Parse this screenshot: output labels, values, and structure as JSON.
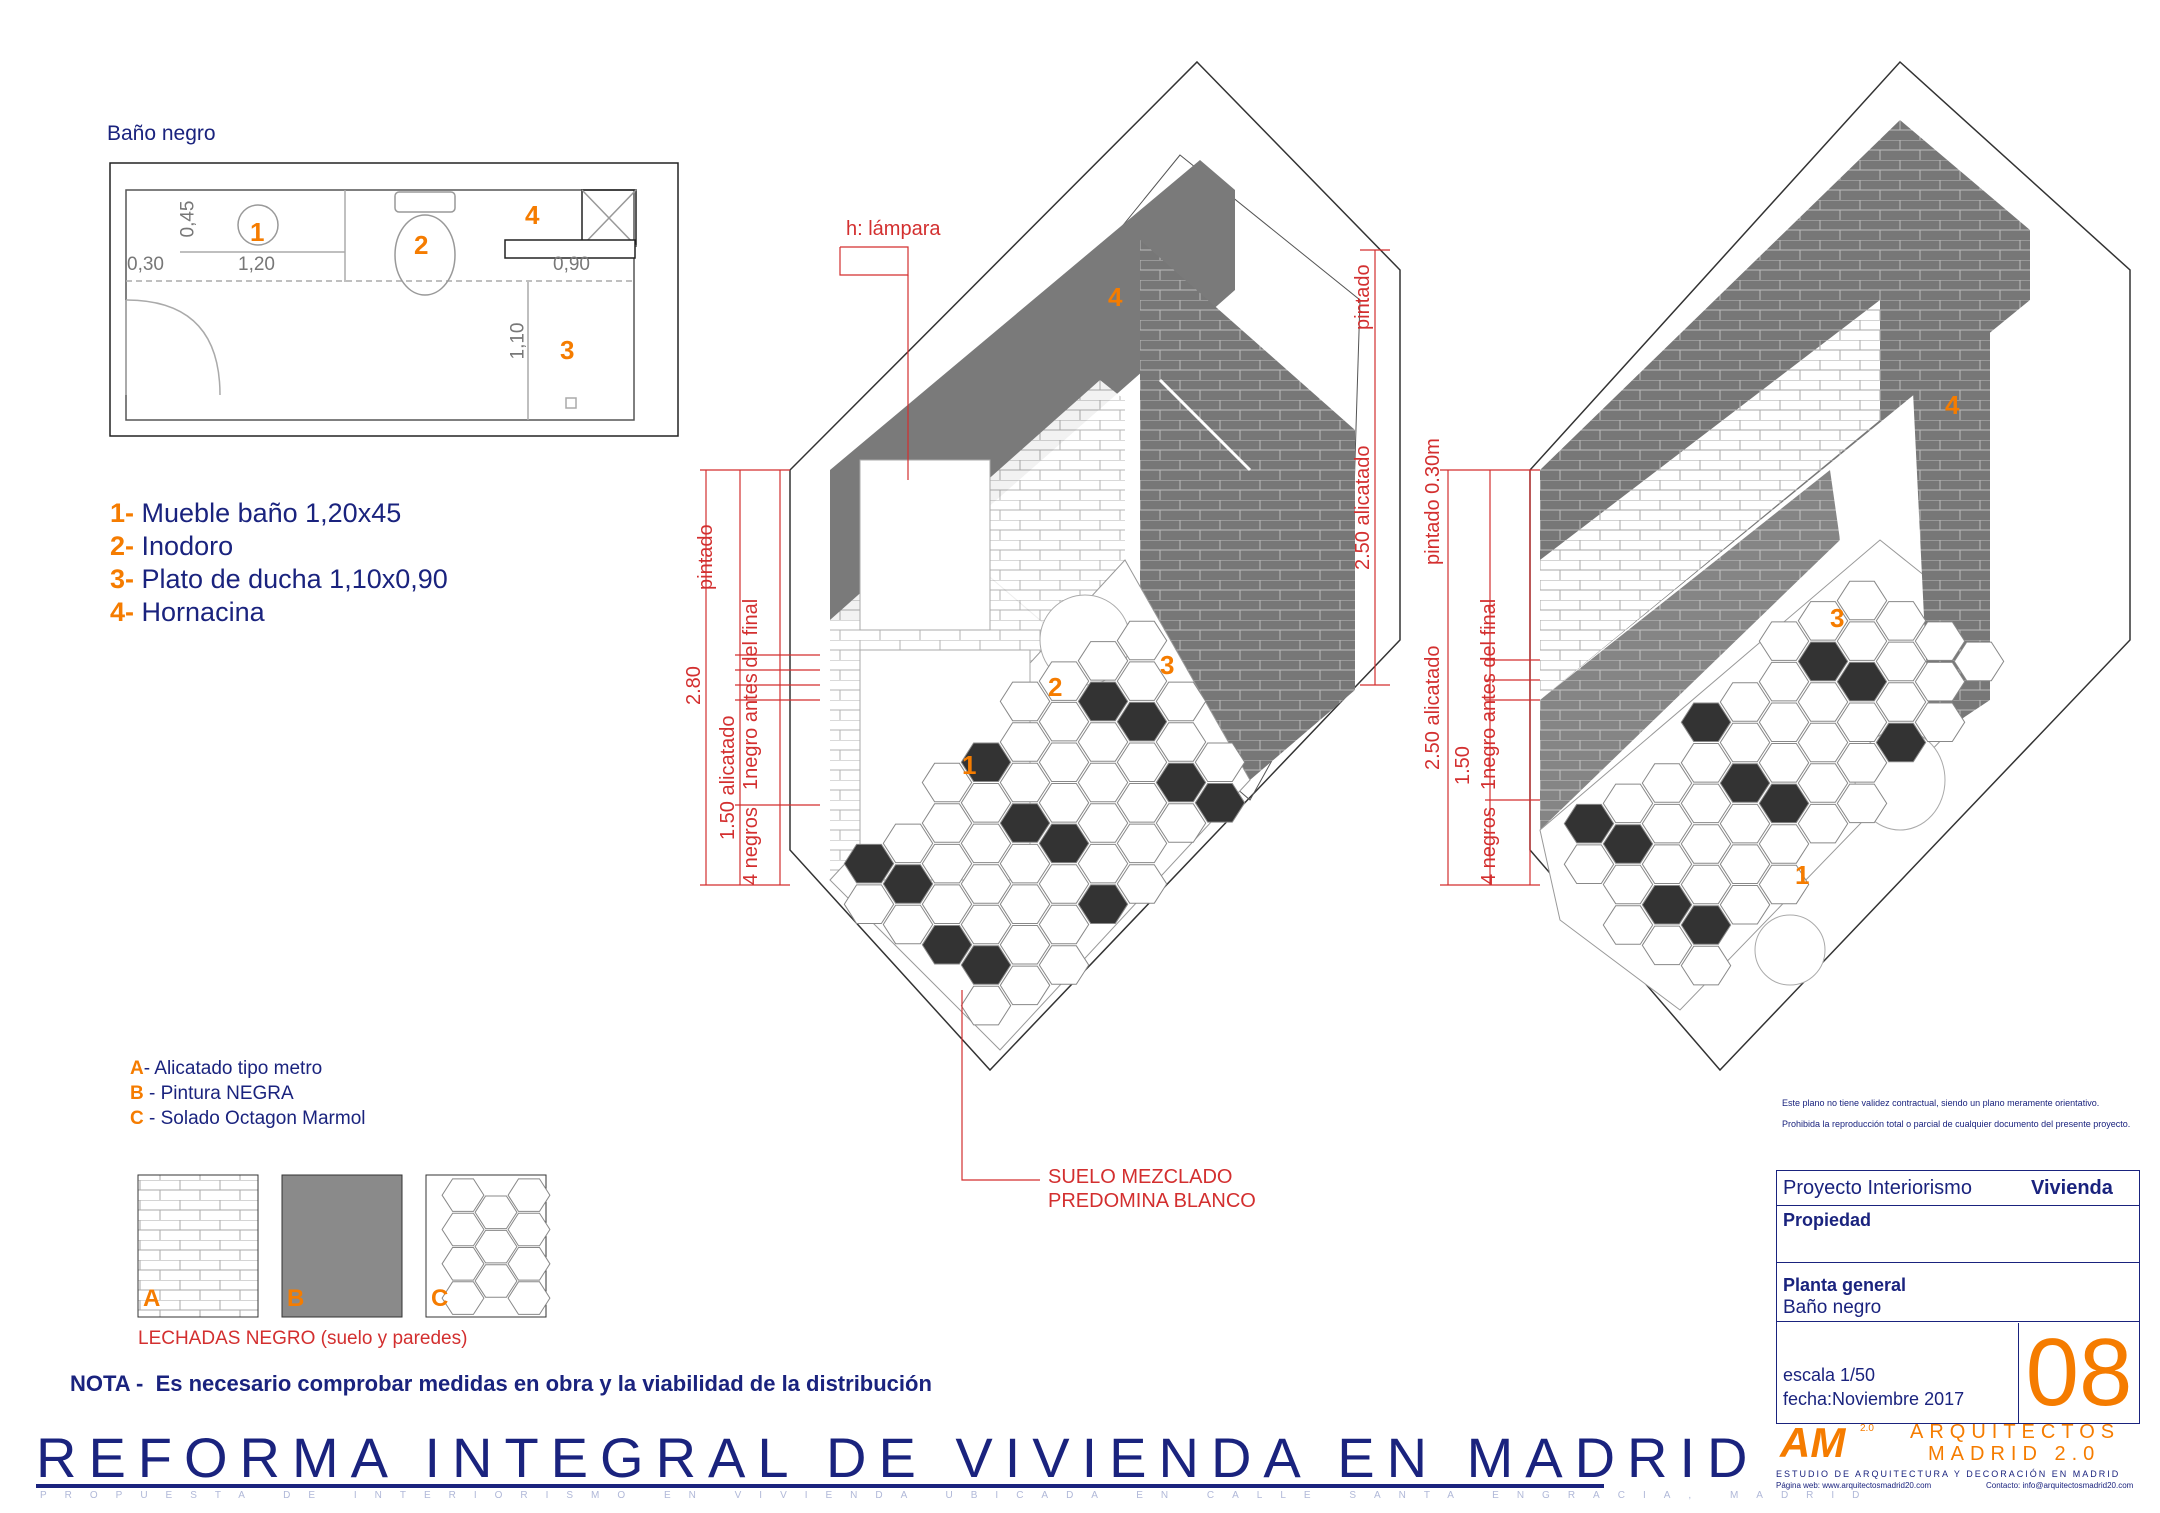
{
  "plan": {
    "title": "Baño negro",
    "dims": {
      "d045": "0,45",
      "d030": "0,30",
      "d120": "1,20",
      "d090": "0,90",
      "d110": "1,10"
    },
    "nums": [
      "1",
      "2",
      "3",
      "4"
    ]
  },
  "legend": [
    {
      "num": "1-",
      "text": "Mueble baño 1,20x45"
    },
    {
      "num": "2-",
      "text": "Inodoro"
    },
    {
      "num": "3-",
      "text": "Plato de ducha 1,10x0,90"
    },
    {
      "num": "4-",
      "text": "Hornacina"
    }
  ],
  "materials": [
    {
      "key": "A",
      "text": "-  Alicatado tipo metro"
    },
    {
      "key": "B",
      "text": " -  Pintura NEGRA"
    },
    {
      "key": "C",
      "text": " - Solado Octagon Marmol"
    }
  ],
  "swatch_labels": [
    "A",
    "B",
    "C"
  ],
  "lechadas": "LECHADAS NEGRO (suelo y paredes)",
  "nota_label": "NOTA -",
  "nota_text": "Es necesario comprobar medidas en obra y la viabilidad de la distribución",
  "left_iso": {
    "lampara": "h: lámpara",
    "pintado": "pintado",
    "h280": "2.80",
    "alicatado150": "1.50 alicatado",
    "negro_final": "1negro antes del final",
    "negros4": "4 negros",
    "pintado_right": "pintado",
    "alicatado250": "2.50 alicatado",
    "suelo1": "SUELO MEZCLADO",
    "suelo2": "PREDOMINA BLANCO",
    "nums": [
      "1",
      "2",
      "3",
      "4"
    ]
  },
  "right_iso": {
    "pintado030": "pintado 0.30m",
    "alicatado250": "2.50 alicatado",
    "h150": "1.50",
    "negro_final": "1negro antes del final",
    "negros4": "4 negros",
    "nums": [
      "1",
      "3",
      "4"
    ]
  },
  "main_title": "REFORMA INTEGRAL DE VIVIENDA EN MADRID",
  "subtitle": "PROPUESTA DE INTERIORISMO EN VIVIENDA UBICADA EN CALLE SANTA ENGRACIA, MADRID",
  "disclaimer1": "Este plano no tiene validez contractual, siendo un plano meramente orientativo.",
  "disclaimer2": "Prohibida la reproducción total o parcial de cualquier documento del presente proyecto.",
  "titleblock": {
    "project_prefix": "Proyecto Interiorismo",
    "project_bold": "Vivienda",
    "propiedad": "Propiedad",
    "planta": "Planta general",
    "room": "Baño negro",
    "escala": "escala 1/50",
    "fecha": "fecha:Noviembre 2017",
    "sheet": "08"
  },
  "logo": {
    "mark": "AM",
    "version": "2.0",
    "name1": "ARQUITECTOS",
    "name2": "MADRID 2.0",
    "tagline": "ESTUDIO DE ARQUITECTURA Y DECORACIÓN EN MADRID",
    "web": "Página web: www.arquitectosmadrid20.com",
    "contact": "Contacto: info@arquitectosmadrid20.com"
  },
  "colors": {
    "navy": "#1a237e",
    "orange": "#f57c00",
    "red": "#d32f2f",
    "dark_wall": "#7a7a7a"
  }
}
